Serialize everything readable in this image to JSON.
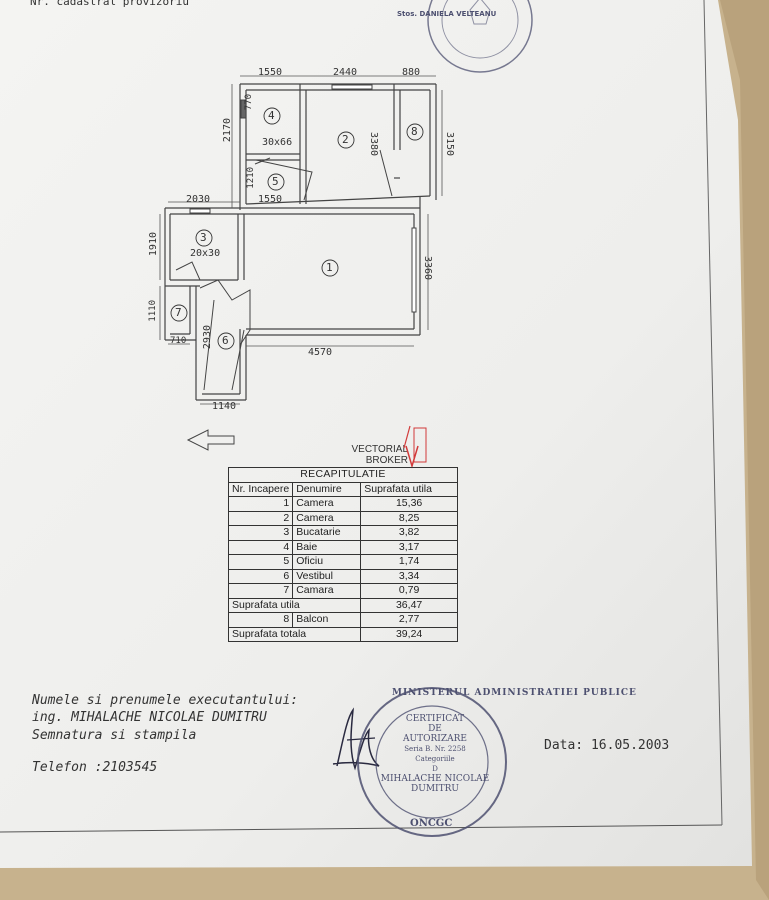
{
  "header": {
    "cadastral_label": "Nr. cadastral provizoriu",
    "top_stamp_name": "Stos. DANIELA VELTEANU"
  },
  "plan": {
    "dimensions": {
      "top_left": "1550",
      "top_mid": "2440",
      "top_right": "880",
      "left_770": "770",
      "left_2170": "2170",
      "mid_3380": "3380",
      "right_3150": "3150",
      "left_1210": "1210",
      "mid_1550": "1550",
      "left_2030": "2030",
      "left_1910": "1910",
      "right_3360": "3360",
      "left_1110": "1110",
      "mid_2930": "2930",
      "bottom_710": "710",
      "bottom_4570": "4570",
      "bottom_1140": "1140"
    },
    "rooms": [
      "1",
      "2",
      "3",
      "4",
      "5",
      "6",
      "7",
      "8"
    ],
    "window_labels": {
      "w4": "30x66",
      "w3": "20x30"
    }
  },
  "watermark": {
    "line1": "VECTORIAL",
    "line2": "BROKER"
  },
  "recap": {
    "title": "RECAPITULATIE",
    "headers": [
      "Nr. Incapere",
      "Denumire",
      "Suprafata utila"
    ],
    "rows": [
      {
        "nr": "1",
        "name": "Camera",
        "area": "15,36"
      },
      {
        "nr": "2",
        "name": "Camera",
        "area": "8,25"
      },
      {
        "nr": "3",
        "name": "Bucatarie",
        "area": "3,82"
      },
      {
        "nr": "4",
        "name": "Baie",
        "area": "3,17"
      },
      {
        "nr": "5",
        "name": "Oficiu",
        "area": "1,74"
      },
      {
        "nr": "6",
        "name": "Vestibul",
        "area": "3,34"
      },
      {
        "nr": "7",
        "name": "Camara",
        "area": "0,79"
      }
    ],
    "useful_label": "Suprafata utila",
    "useful_value": "36,47",
    "balcony_nr": "8",
    "balcony_name": "Balcon",
    "balcony_area": "2,77",
    "total_label": "Suprafata totala",
    "total_value": "39,24"
  },
  "footer": {
    "executant_label": "Numele si prenumele executantului:",
    "executant_name": "ing. MIHALACHE NICOLAE DUMITRU",
    "signature_label": "Semnatura si stampila",
    "phone": "Telefon :2103545",
    "date": "Data: 16.05.2003"
  },
  "stamp": {
    "ring_text": "MINISTERUL ADMINISTRATIEI PUBLICE",
    "bottom_text": "ONCGC",
    "line1": "CERTIFICAT",
    "line2": "DE",
    "line3": "AUTORIZARE",
    "line4": "Seria B. Nr. 2258",
    "line5": "Categoriile",
    "line6": "D",
    "line7": "MIHALACHE NICOLAE",
    "line8": "DUMITRU"
  },
  "colors": {
    "paper": "#f1f1ef",
    "ink": "#333333",
    "stamp": "#4d5070",
    "background": "#b9a27c",
    "mark": "#d23a3a"
  }
}
